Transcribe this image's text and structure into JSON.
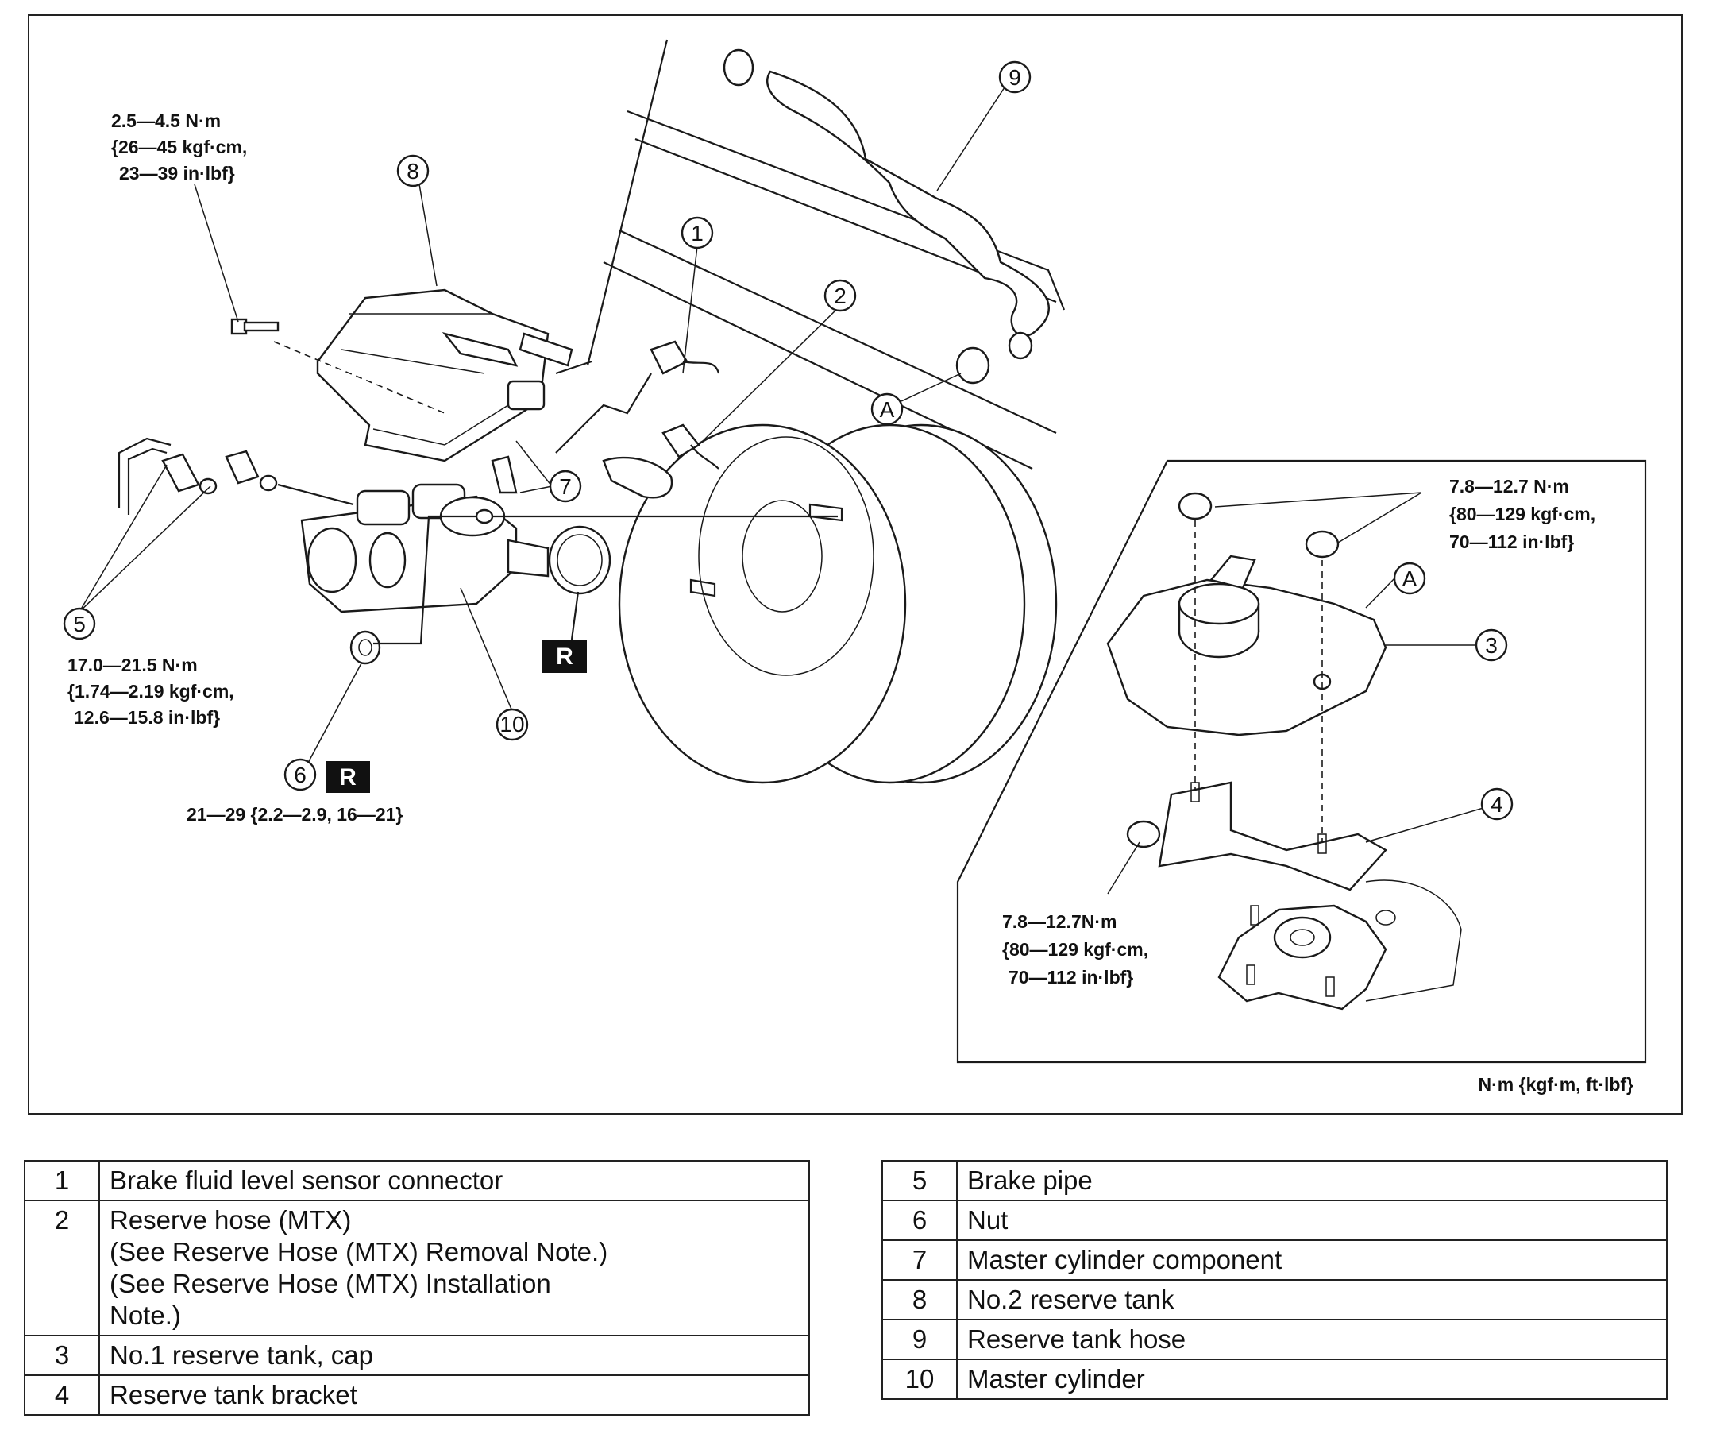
{
  "diagram": {
    "callouts": {
      "c1": "1",
      "c2": "2",
      "c3": "3",
      "c4": "4",
      "c5": "5",
      "c6": "6",
      "c7": "7",
      "c8": "8",
      "c9": "9",
      "c10": "10",
      "cA1": "A",
      "cA2": "A"
    },
    "replace_badge": "R",
    "torque": {
      "bolt_8": [
        "2.5—4.5 N·m",
        "{26—45 kgf·cm,",
        "23—39 in·lbf}"
      ],
      "pipe_5": [
        "17.0—21.5 N·m",
        "{1.74—2.19 kgf·cm,",
        "12.6—15.8 in·lbf}"
      ],
      "nut_6": "21—29 {2.2—2.9, 16—21}",
      "tank_3_nuts": [
        "7.8—12.7 N·m",
        "{80—129 kgf·cm,",
        "70—112 in·lbf}"
      ],
      "bracket_4_nut": [
        "7.8—12.7N·m",
        "{80—129 kgf·cm,",
        "70—112 in·lbf}"
      ]
    },
    "unit_legend": "N·m {kgf·m, ft·lbf}"
  },
  "parts_table_left": [
    {
      "num": "1",
      "name": "Brake fluid level sensor connector"
    },
    {
      "num": "2",
      "name": "Reserve hose (MTX)\n(See Reserve Hose (MTX) Removal Note.)\n(See Reserve Hose (MTX) Installation\nNote.)"
    },
    {
      "num": "3",
      "name": "No.1 reserve tank, cap"
    },
    {
      "num": "4",
      "name": "Reserve tank bracket"
    }
  ],
  "parts_table_right": [
    {
      "num": "5",
      "name": "Brake pipe"
    },
    {
      "num": "6",
      "name": "Nut"
    },
    {
      "num": "7",
      "name": "Master cylinder component"
    },
    {
      "num": "8",
      "name": "No.2 reserve tank"
    },
    {
      "num": "9",
      "name": "Reserve tank hose"
    },
    {
      "num": "10",
      "name": "Master cylinder"
    }
  ]
}
